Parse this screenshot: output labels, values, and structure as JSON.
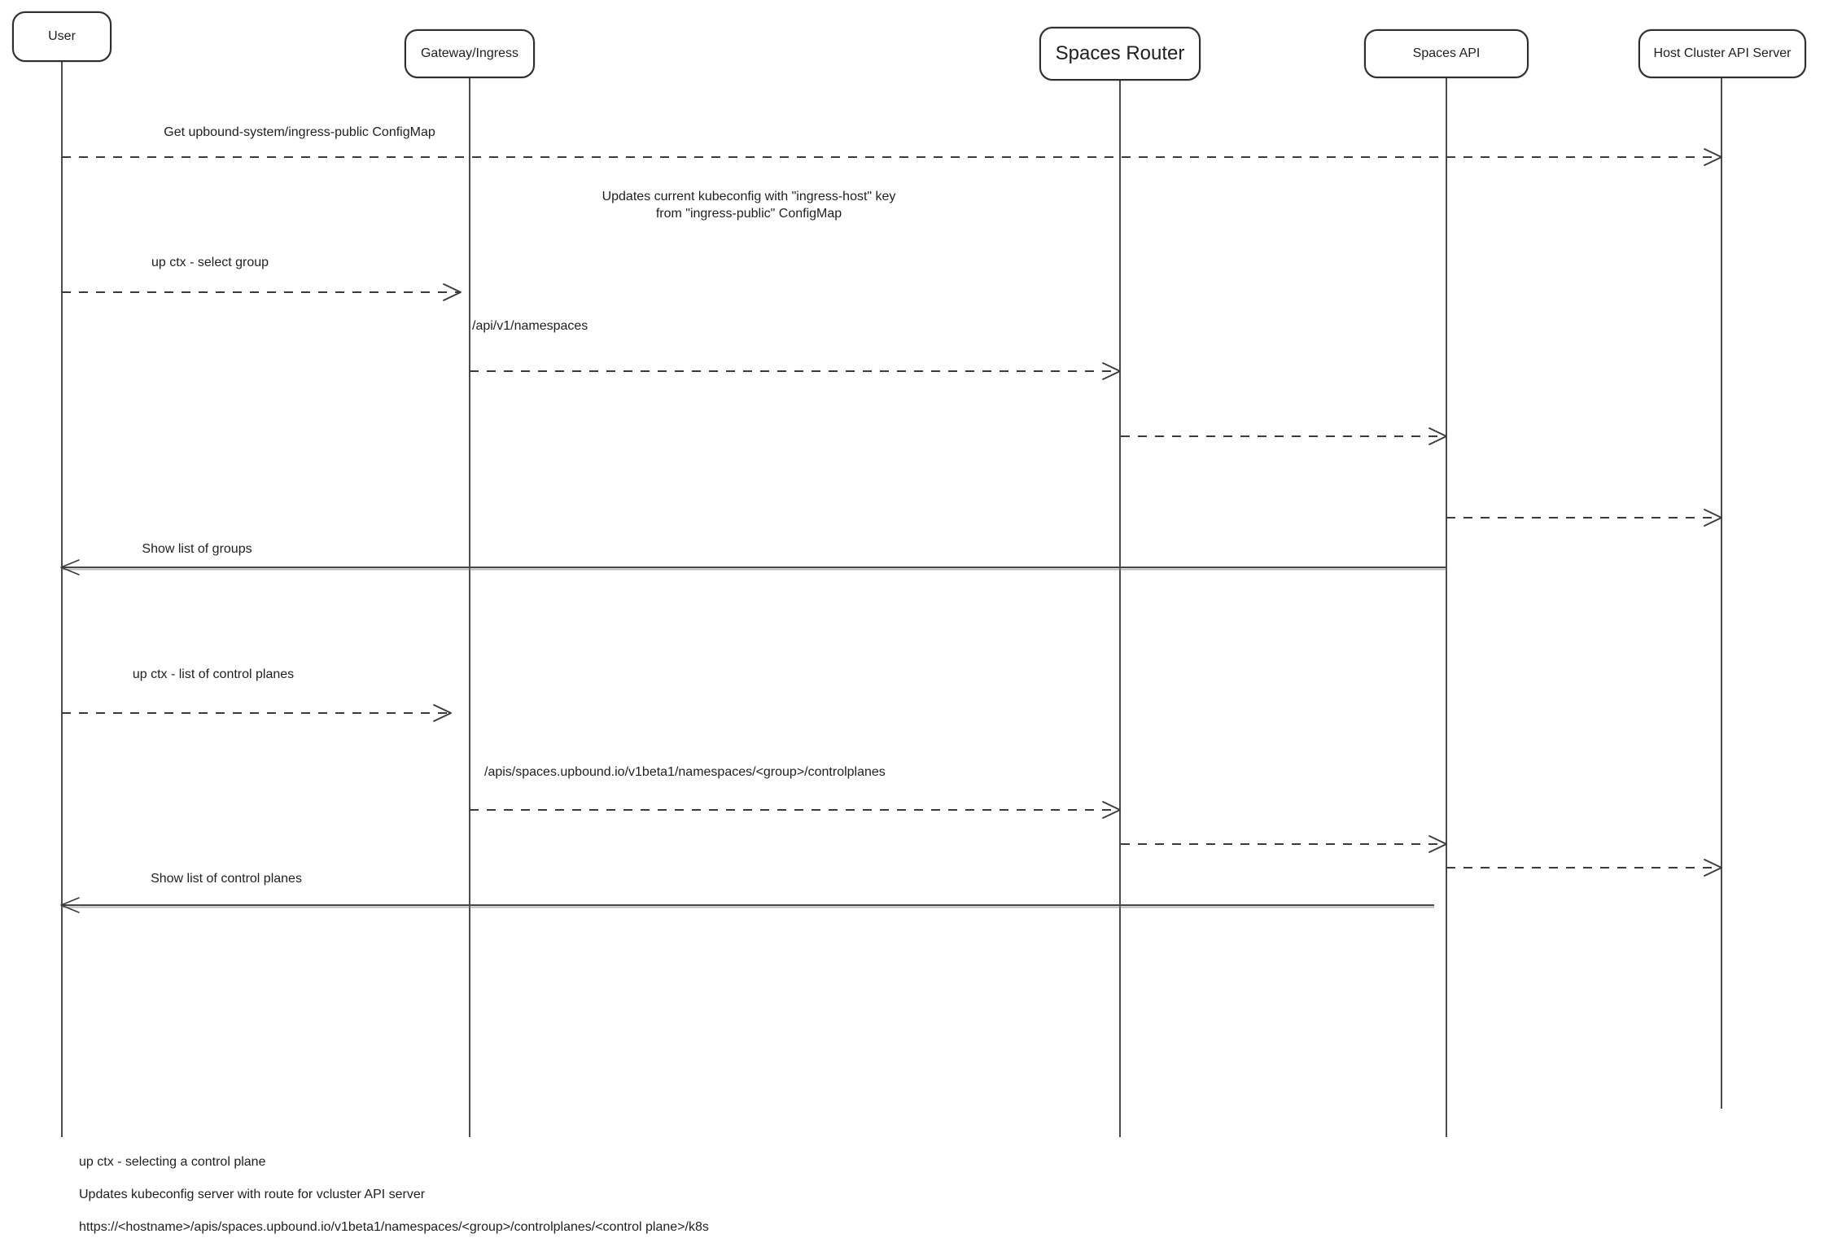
{
  "diagram": {
    "actors": [
      {
        "label": "User"
      },
      {
        "label": "Gateway/Ingress"
      },
      {
        "label": "Spaces Router"
      },
      {
        "label": "Spaces API"
      },
      {
        "label": "Host Cluster API Server"
      }
    ],
    "messages": {
      "get_configmap": "Get upbound-system/ingress-public ConfigMap",
      "kubeconfig_note_line1": "Updates current kubeconfig with \"ingress-host\" key",
      "kubeconfig_note_line2": "from \"ingress-public\" ConfigMap",
      "select_group": "up ctx - select group",
      "api_namespaces": "/api/v1/namespaces",
      "show_groups": "Show list of groups",
      "list_control_planes": "up ctx - list of control planes",
      "apis_controlplanes": "/apis/spaces.upbound.io/v1beta1/namespaces/<group>/controlplanes",
      "show_control_planes": "Show list of control planes"
    },
    "footnotes": [
      "up ctx - selecting a control plane",
      "Updates kubeconfig server with route for vcluster API server",
      "https://<hostname>/apis/spaces.upbound.io/v1beta1/namespaces/<group>/controlplanes/<control plane>/k8s"
    ],
    "colors": {
      "line": "#3b3b3b",
      "text": "#1f1f1f",
      "background": "#ffffff"
    }
  }
}
